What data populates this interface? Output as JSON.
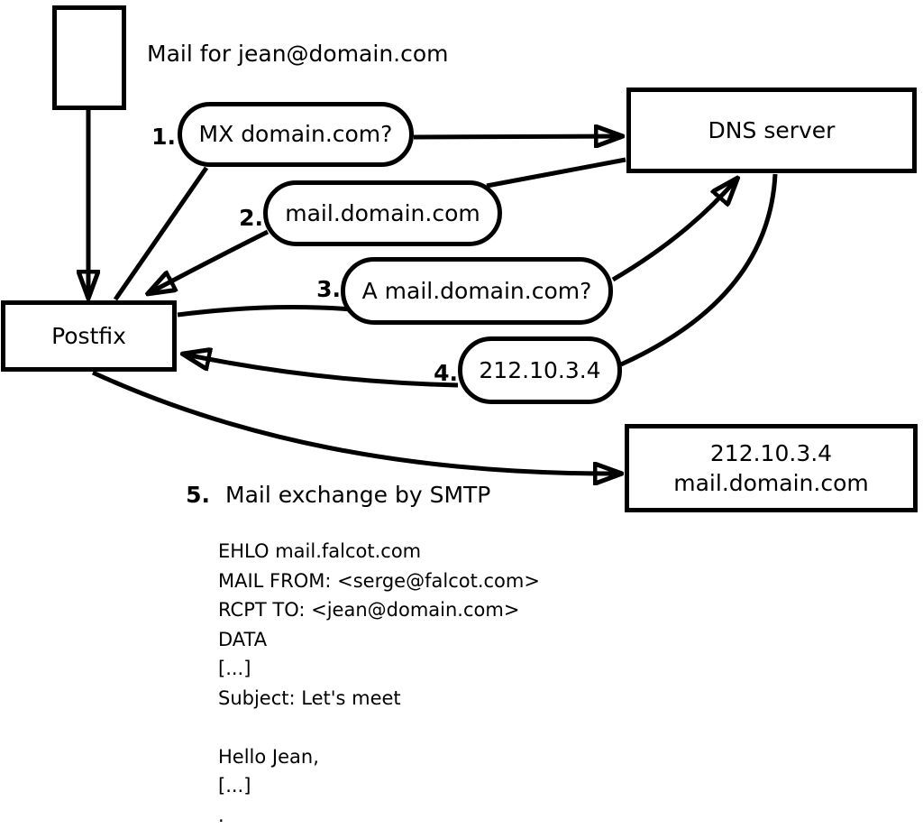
{
  "diagram": {
    "title": "Mail for jean@domain.com",
    "nodes": {
      "postfix": "Postfix",
      "dns_server": "DNS server",
      "mail_server": {
        "ip": "212.10.3.4",
        "hostname": "mail.domain.com"
      }
    },
    "steps": [
      {
        "number": "1.",
        "label": "MX domain.com?"
      },
      {
        "number": "2.",
        "label": "mail.domain.com"
      },
      {
        "number": "3.",
        "label": "A mail.domain.com?"
      },
      {
        "number": "4.",
        "label": "212.10.3.4"
      },
      {
        "number": "5.",
        "label": "Mail exchange by SMTP"
      }
    ],
    "smtp_transcript": "EHLO mail.falcot.com\nMAIL FROM: <serge@falcot.com>\nRCPT TO: <jean@domain.com>\nDATA\n[...]\nSubject: Let's meet\n\nHello Jean,\n[...]\n."
  },
  "colors": {
    "stroke": "#000000",
    "background": "#ffffff"
  }
}
